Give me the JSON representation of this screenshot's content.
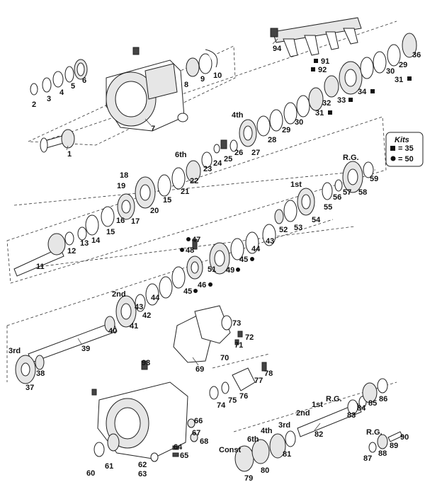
{
  "kits": {
    "title": "Kits",
    "square_entry": "= 35",
    "circle_entry": "= 50"
  },
  "words": {
    "third_upper": "3rd",
    "second_upper": "2nd",
    "first": "1st",
    "sixth": "6th",
    "fourth": "4th",
    "rg_right": "R.G.",
    "rg_low": "R.G.",
    "rg_mid": "R.G.",
    "const": "Const",
    "sixth_low": "6th",
    "fourth_low": "4th",
    "third_low": "3rd",
    "second_low": "2nd",
    "first_low": "1st"
  },
  "callouts": {
    "n1": "1",
    "n2": "2",
    "n3": "3",
    "n4": "4",
    "n5": "5",
    "n6": "6",
    "n7": "7",
    "n8": "8",
    "n9": "9",
    "n10": "10",
    "n11": "11",
    "n12": "12",
    "n13": "13",
    "n14": "14",
    "n15a": "15",
    "n15b": "15",
    "n16": "16",
    "n17": "17",
    "n18": "18",
    "n19": "19",
    "n20": "20",
    "n21": "21",
    "n22": "22",
    "n23": "23",
    "n24": "24",
    "n25": "25",
    "n26": "26",
    "n27": "27",
    "n28": "28",
    "n29a": "29",
    "n29b": "29",
    "n30a": "30",
    "n30b": "30",
    "n31a": "31",
    "n31b": "31",
    "n32": "32",
    "n33": "33",
    "n34": "34",
    "n36": "36",
    "n37": "37",
    "n38": "38",
    "n39": "39",
    "n40": "40",
    "n41": "41",
    "n42": "42",
    "n43a": "43",
    "n43b": "43",
    "n44a": "44",
    "n44b": "44",
    "n45a": "45",
    "n45b": "45",
    "n46": "46",
    "n47": "47",
    "n48": "48",
    "n49": "49",
    "n51": "51",
    "n52": "52",
    "n53": "53",
    "n54": "54",
    "n55": "55",
    "n56": "56",
    "n57": "57",
    "n58": "58",
    "n59": "59",
    "n60": "60",
    "n61": "61",
    "n62": "62",
    "n63": "63",
    "n64": "64",
    "n65": "65",
    "n66": "66",
    "n67": "67",
    "n68": "68",
    "n69": "69",
    "n70": "70",
    "n71": "71",
    "n72": "72",
    "n73": "73",
    "n74": "74",
    "n75": "75",
    "n76": "76",
    "n77": "77",
    "n78": "78",
    "n79": "79",
    "n80": "80",
    "n81": "81",
    "n82": "82",
    "n83": "83",
    "n84": "84",
    "n85": "85",
    "n86": "86",
    "n87": "87",
    "n88": "88",
    "n89": "89",
    "n90": "90",
    "n91": "91",
    "n92": "92",
    "n93": "93",
    "n94": "94"
  }
}
